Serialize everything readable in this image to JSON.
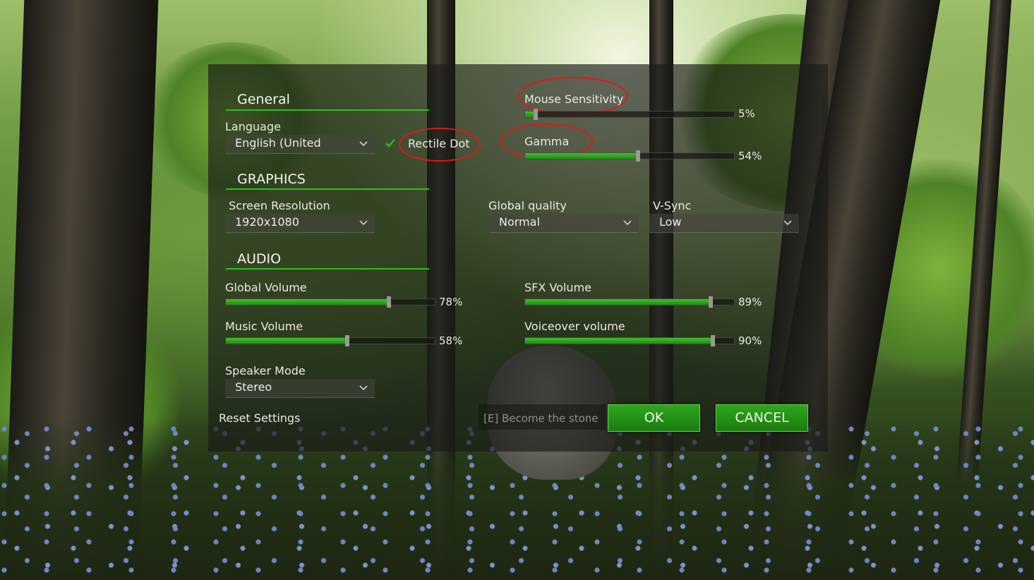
{
  "general": {
    "heading": "General",
    "language_label": "Language",
    "language_value": "English (United",
    "rectile_dot_label": "Rectile Dot",
    "mouse_sensitivity_label": "Mouse Sensitivity",
    "mouse_sensitivity_value": "5%",
    "mouse_sensitivity_level": 0.05,
    "gamma_label": "Gamma",
    "gamma_value": "54%",
    "gamma_level": 0.54
  },
  "graphics": {
    "heading": "GRAPHICS",
    "resolution_label": "Screen Resolution",
    "resolution_value": "1920x1080",
    "quality_label": "Global quality",
    "quality_value": "Normal",
    "vsync_label": "V-Sync",
    "vsync_value": "Low"
  },
  "audio": {
    "heading": "AUDIO",
    "global_volume_label": "Global Volume",
    "global_volume_value": "78%",
    "global_volume_level": 0.78,
    "sfx_volume_label": "SFX Volume",
    "sfx_volume_value": "89%",
    "sfx_volume_level": 0.89,
    "music_volume_label": "Music Volume",
    "music_volume_value": "58%",
    "music_volume_level": 0.58,
    "voiceover_volume_label": "Voiceover volume",
    "voiceover_volume_value": "90%",
    "voiceover_volume_level": 0.9,
    "speaker_mode_label": "Speaker Mode",
    "speaker_mode_value": "Stereo"
  },
  "footer": {
    "reset_label": "Reset Settings",
    "hint_text": "[E] Become the stone",
    "ok_label": "OK",
    "cancel_label": "CANCEL"
  },
  "colors": {
    "accent_green": "#2fbf1c",
    "annotation_red": "#e01818",
    "panel_bg": "rgba(26,28,24,0.66)"
  }
}
